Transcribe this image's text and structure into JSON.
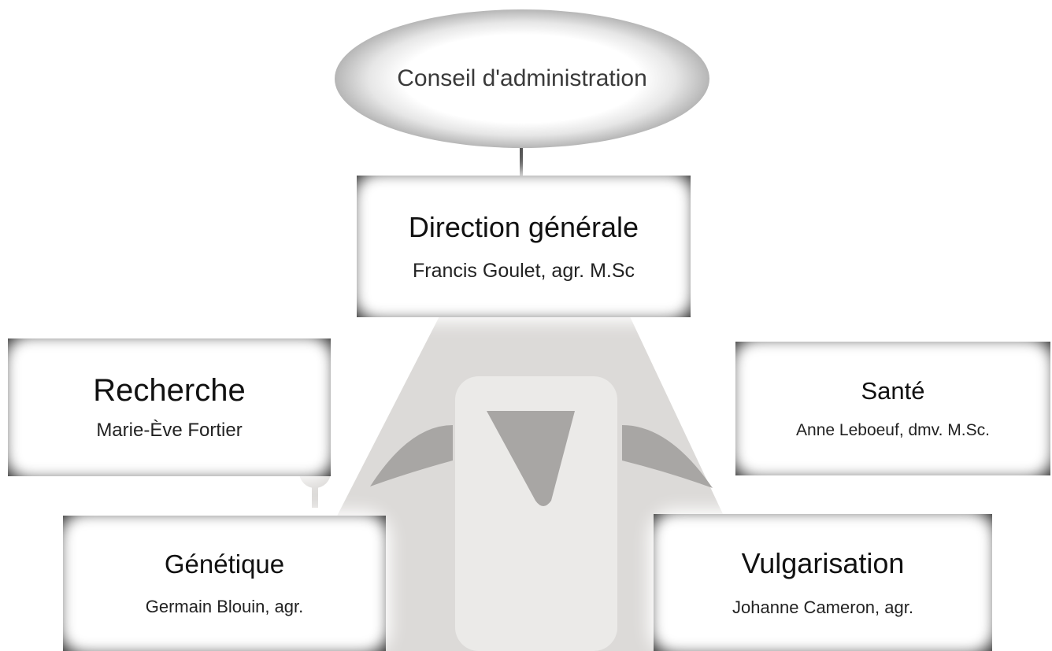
{
  "board": {
    "title": "Conseil d'administration"
  },
  "direction": {
    "title": "Direction générale",
    "person": "Francis Goulet, agr. M.Sc"
  },
  "departments": [
    {
      "id": "recherche",
      "title": "Recherche",
      "person": "Marie-Ève Fortier"
    },
    {
      "id": "sante",
      "title": "Santé",
      "person": "Anne Leboeuf, dmv. M.Sc."
    },
    {
      "id": "genetique",
      "title": "Génétique",
      "person": "Germain Blouin, agr."
    },
    {
      "id": "vulgarisation",
      "title": "Vulgarisation",
      "person": "Johanne Cameron, agr."
    }
  ],
  "colors": {
    "box_frame": "#1c1c1c",
    "watermark_light": "#dcdad8",
    "watermark_dark": "#a8a6a4"
  }
}
